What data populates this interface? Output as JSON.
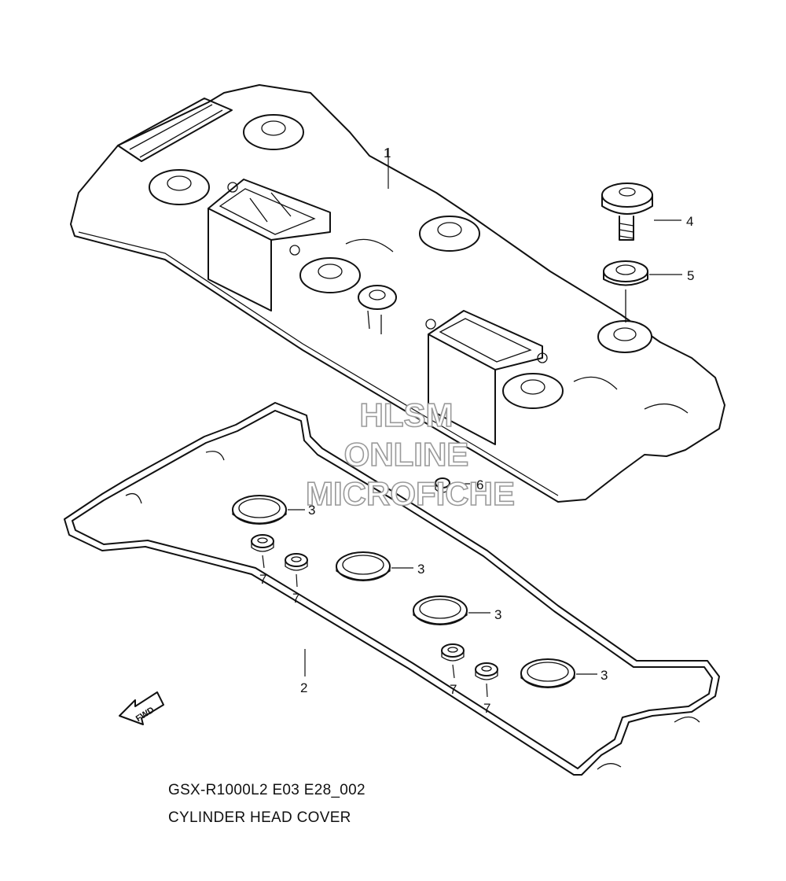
{
  "watermark": {
    "line1": "HLSM",
    "line2": "ONLINE",
    "line3": "MICROFICHE"
  },
  "fwd_label": "FWD",
  "callouts": {
    "c1": "1",
    "c2": "2",
    "c3a": "3",
    "c3b": "3",
    "c3c": "3",
    "c3d": "3",
    "c4": "4",
    "c5": "5",
    "c6": "6",
    "c7a": "7",
    "c7b": "7",
    "c7c": "7",
    "c7d": "7"
  },
  "caption": {
    "model": "GSX-R1000L2 E03 E28_002",
    "title": "CYLINDER HEAD COVER"
  }
}
